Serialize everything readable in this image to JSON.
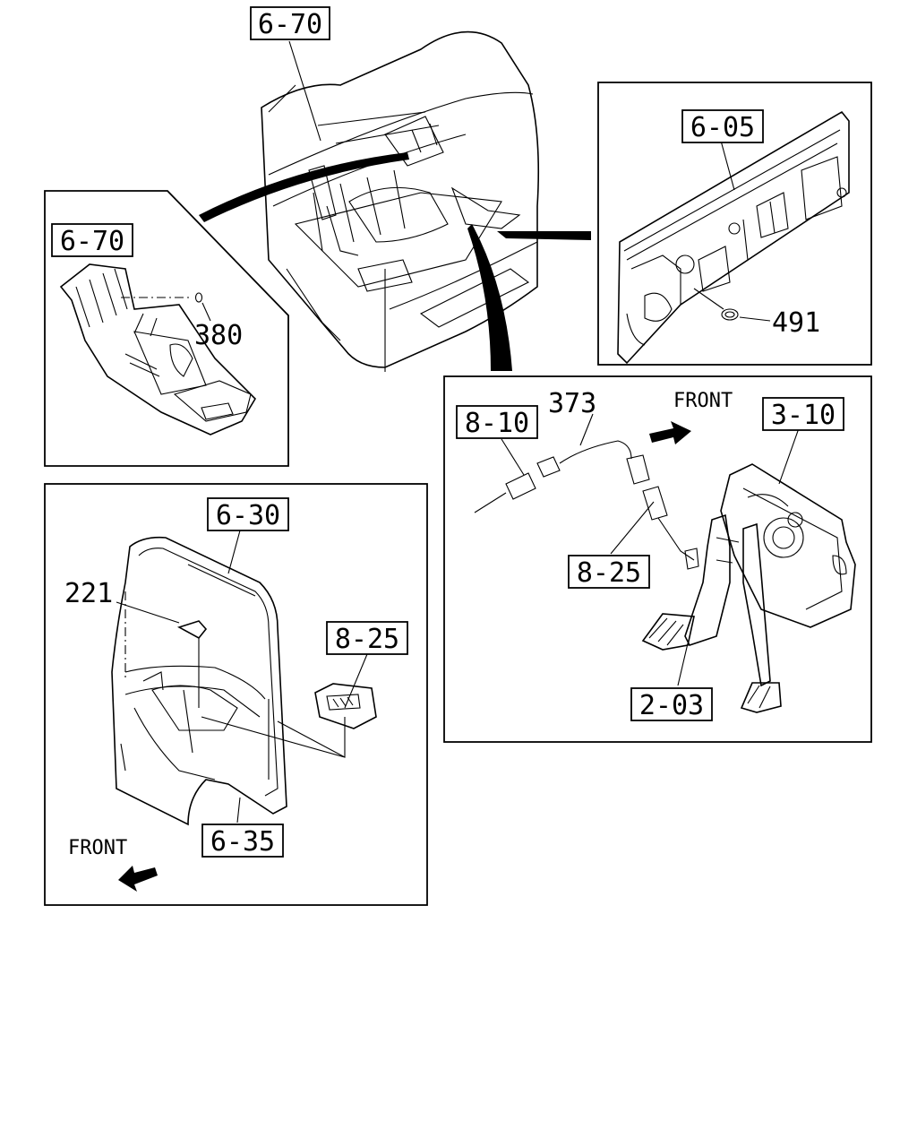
{
  "diagram": {
    "callouts": {
      "cab_floor_main": "6-70",
      "dash_panel": "6-05",
      "floor_inset": "6-70",
      "part_380": "380",
      "part_491": "491",
      "connector_8_10": "8-10",
      "part_373": "373",
      "pedal_bracket": "3-10",
      "switch_8_25_pedal": "8-25",
      "pedal_2_03": "2-03",
      "door_6_30": "6-30",
      "part_221": "221",
      "switch_8_25_door": "8-25",
      "door_6_35": "6-35"
    },
    "front_labels": {
      "pedal_view": "FRONT",
      "door_view": "FRONT"
    }
  }
}
